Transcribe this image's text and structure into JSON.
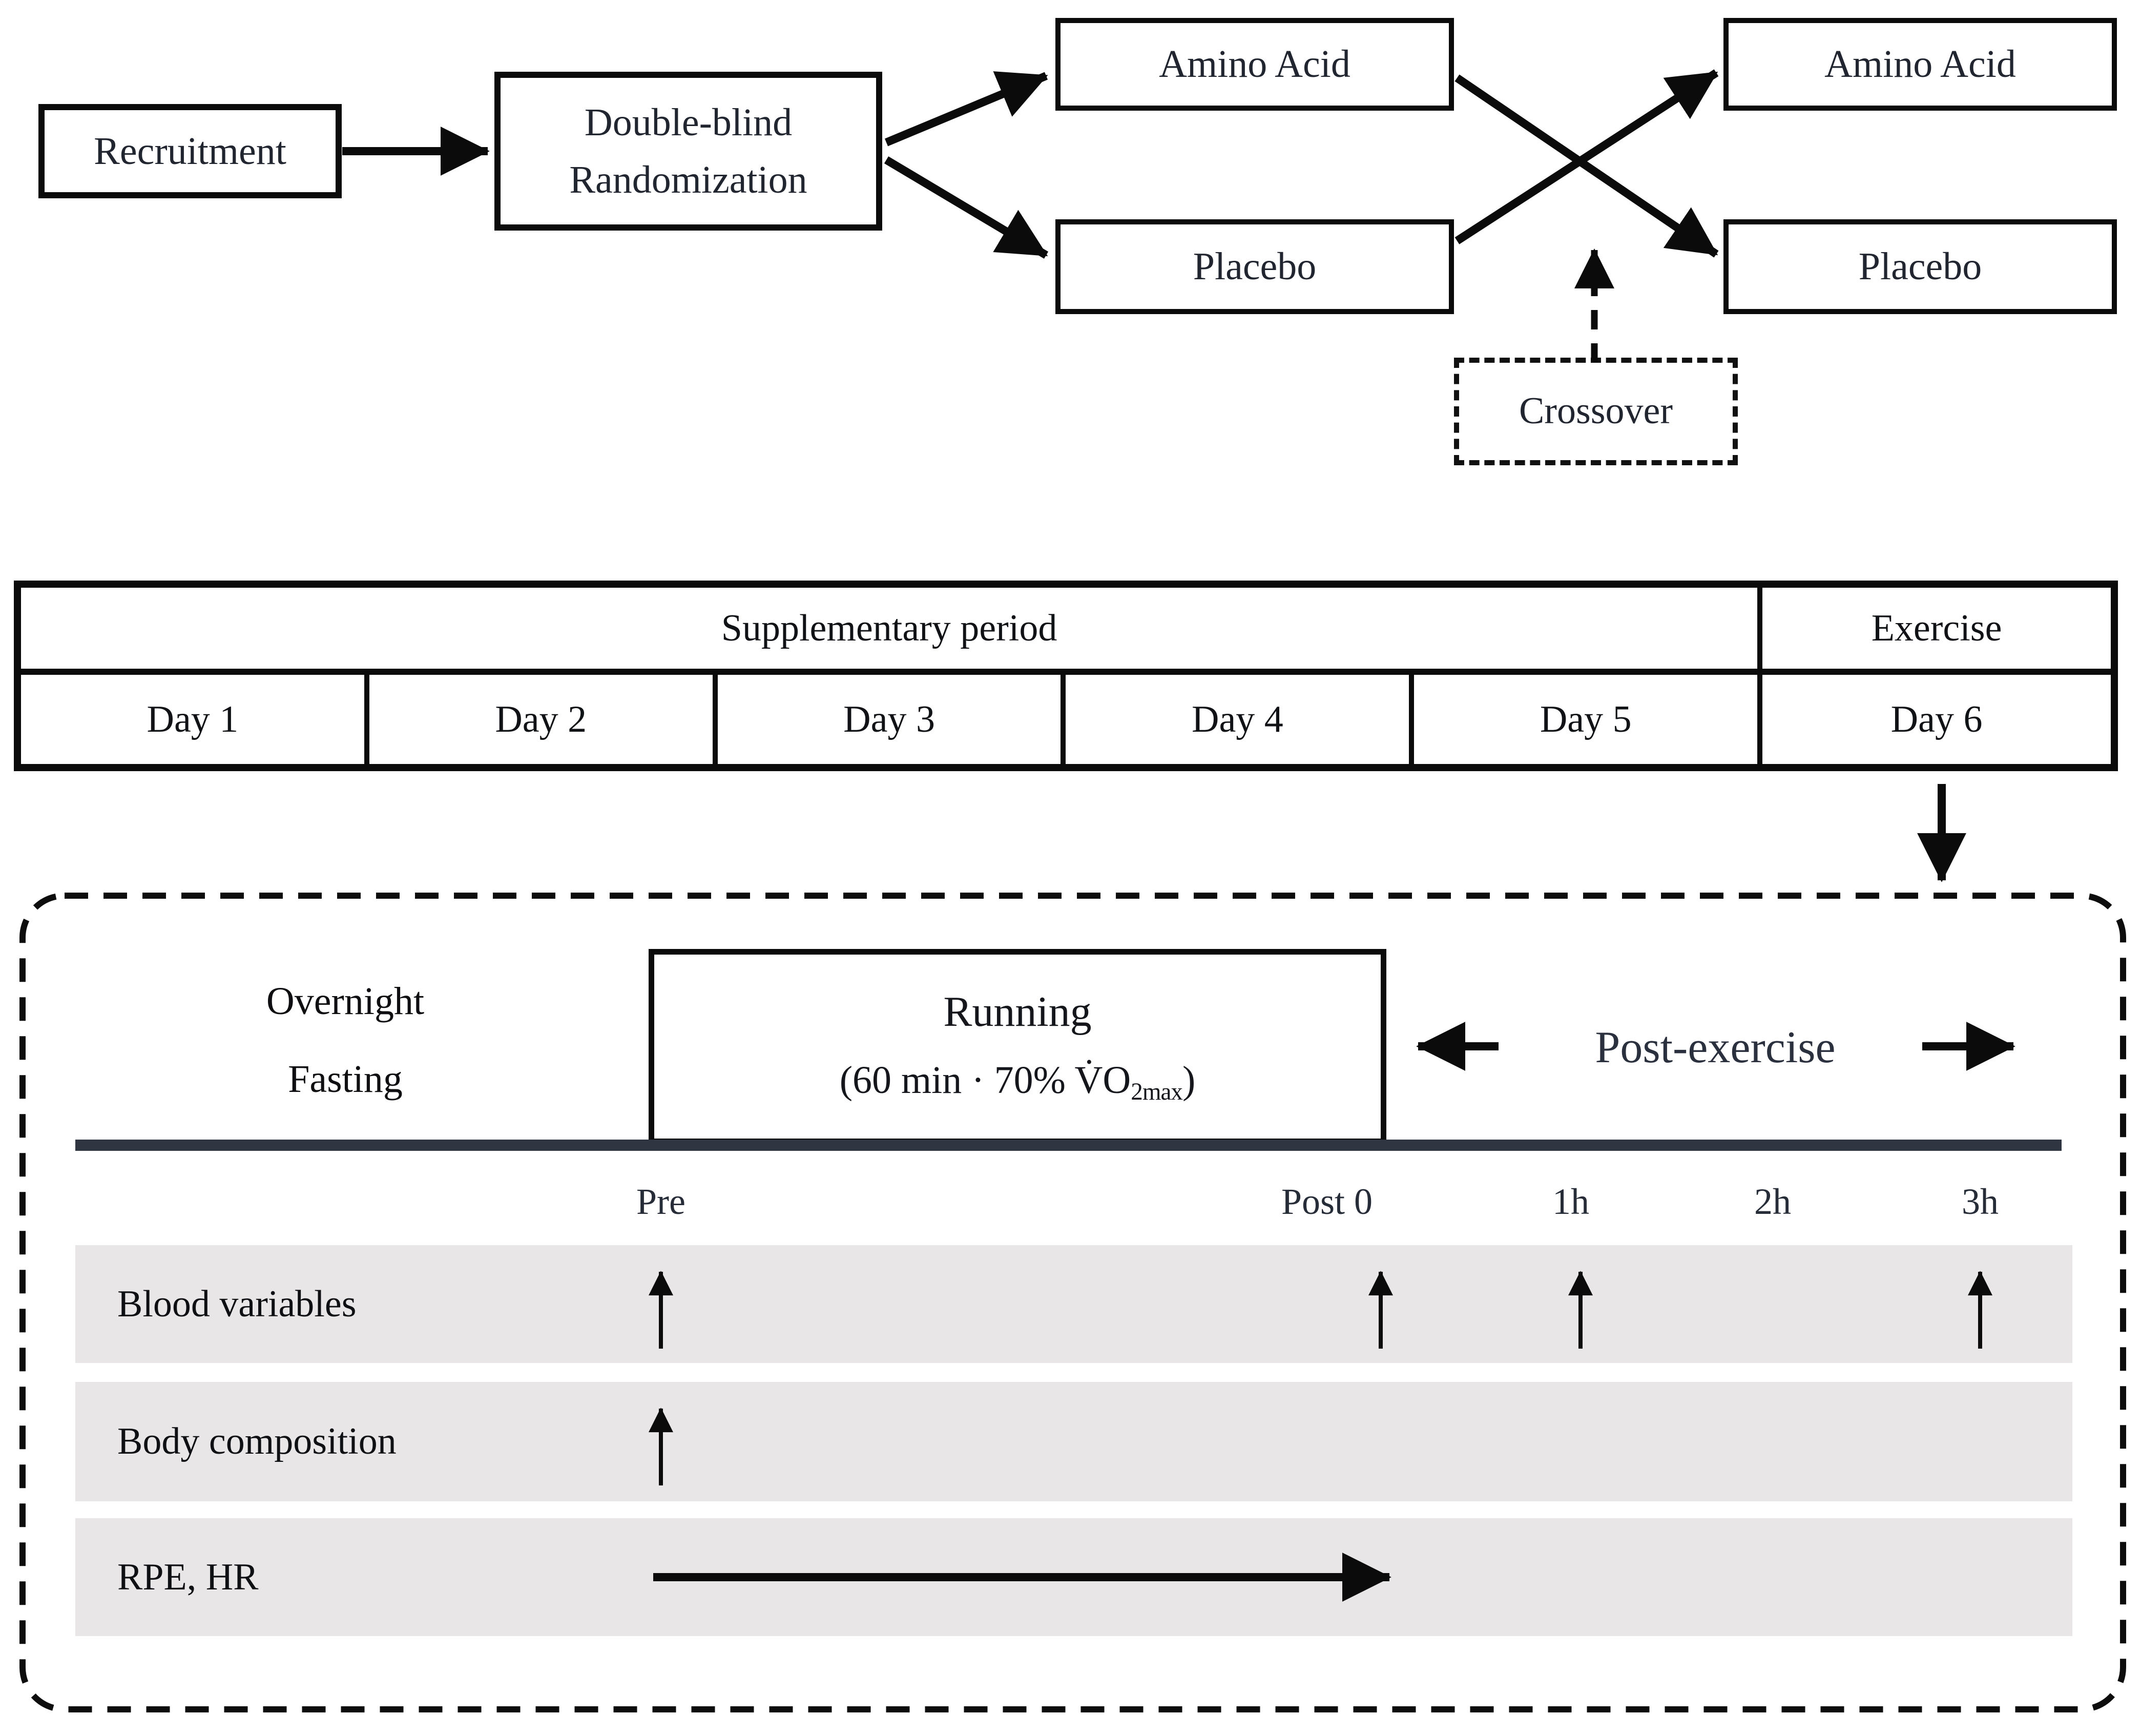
{
  "flowchart": {
    "recruitment_label": "Recruitment",
    "randomization_line1": "Double-blind",
    "randomization_line2": "Randomization",
    "period1": {
      "arm_top": "Amino Acid",
      "arm_bottom": "Placebo"
    },
    "period2": {
      "arm_top": "Amino Acid",
      "arm_bottom": "Placebo"
    },
    "crossover_label": "Crossover"
  },
  "schedule_table": {
    "supplementary_header": "Supplementary period",
    "exercise_header": "Exercise",
    "days": [
      "Day 1",
      "Day 2",
      "Day 3",
      "Day 4",
      "Day 5",
      "Day 6"
    ]
  },
  "exercise_day": {
    "fasting_line1": "Overnight",
    "fasting_line2": "Fasting",
    "running_title": "Running",
    "running_detail_prefix": "(60 min · 70% V̇O",
    "running_detail_subscript": "2max",
    "running_detail_suffix": ")",
    "post_exercise_label": "Post-exercise",
    "timepoints": [
      "Pre",
      "Post 0",
      "1h",
      "2h",
      "3h"
    ],
    "measurement_rows": [
      {
        "label": "Blood variables",
        "arrows_at": [
          "Pre",
          "Post 0",
          "1h",
          "3h"
        ]
      },
      {
        "label": "Body composition",
        "arrows_at": [
          "Pre"
        ]
      },
      {
        "label": "RPE, HR",
        "arrow_span": [
          "Pre",
          "Post 0"
        ]
      }
    ]
  },
  "colors": {
    "ink": "#16191f",
    "timeline_bar": "#2f3642",
    "row_background": "#e8e6e6"
  }
}
